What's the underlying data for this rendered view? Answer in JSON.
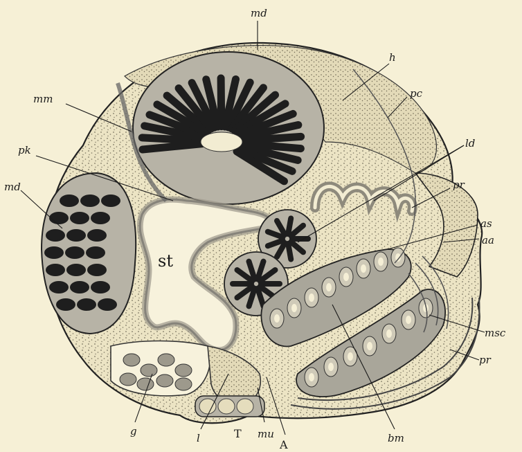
{
  "figure": {
    "labels": {
      "md_top": "md",
      "md_left": "md",
      "mm": "mm",
      "pk": "pk",
      "h": "h",
      "pc": "pc",
      "ld": "ld",
      "pr_top": "pr",
      "as": "as",
      "aa": "aa",
      "st": "st",
      "msc": "msc",
      "pr_bottom": "pr",
      "g": "g",
      "l": "l",
      "T": "T",
      "mu": "mu",
      "A": "A",
      "bm": "bm"
    },
    "colors": {
      "paper": "#f6f0d6",
      "tissue_fill": "#ece4c4",
      "stipple": "#7a7460",
      "dark_tubule": "#1e1e1e",
      "grey_tissue": "#a9a69a",
      "outline": "#222222"
    }
  }
}
